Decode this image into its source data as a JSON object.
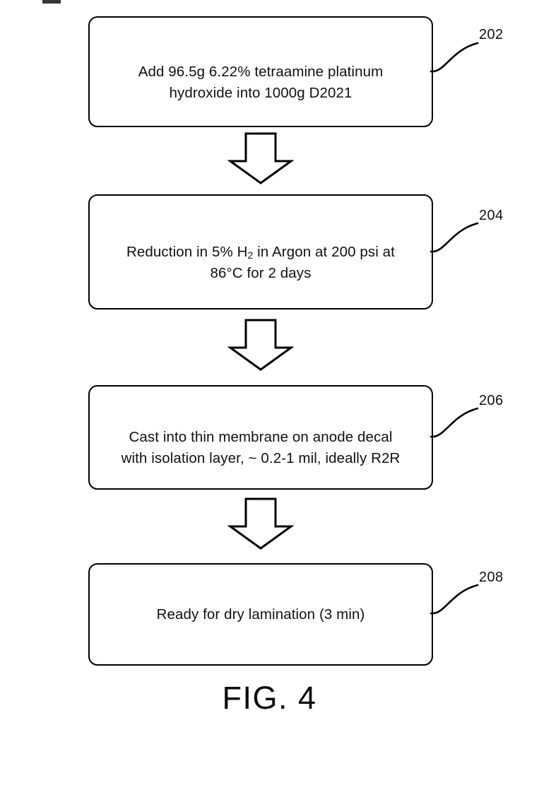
{
  "figure": {
    "caption": "FIG. 4",
    "type": "process-flowchart",
    "orientation": "vertical-top-to-bottom",
    "ink_color": "#000000",
    "background_color": "#ffffff"
  },
  "steps": [
    {
      "ref": "202",
      "text_lines": [
        "Add 96.5g 6.22% tetraamine platinum",
        "hydroxide into 1000g D2021"
      ],
      "text_plain": "Add 96.5g 6.22% tetraamine platinum hydroxide into 1000g D2021"
    },
    {
      "ref": "204",
      "text_lines": [
        "Reduction in 5% H2 in Argon at 200 psi at",
        "86°C for 2 days"
      ],
      "text_plain": "Reduction in 5% H2 in Argon at 200 psi at 86°C for 2 days",
      "has_subscript": true,
      "subscript_formula": "H2"
    },
    {
      "ref": "206",
      "text_lines": [
        "Cast into thin membrane on anode decal",
        "with isolation layer, ~ 0.2-1 mil, ideally R2R"
      ],
      "text_plain": "Cast into thin membrane on anode decal with isolation layer, ~ 0.2-1 mil, ideally R2R"
    },
    {
      "ref": "208",
      "text_lines": [
        "Ready for dry lamination (3 min)"
      ],
      "text_plain": "Ready for dry lamination (3 min)"
    }
  ],
  "connectors": [
    {
      "name": "arrow-202-to-204",
      "shape": "hollow-block-arrow",
      "direction": "down"
    },
    {
      "name": "arrow-204-to-206",
      "shape": "hollow-block-arrow",
      "direction": "down"
    },
    {
      "name": "arrow-206-to-208",
      "shape": "hollow-block-arrow",
      "direction": "down"
    }
  ],
  "leaders": [
    {
      "name": "leader-202",
      "shape": "s-curve",
      "points_to": "202"
    },
    {
      "name": "leader-204",
      "shape": "s-curve",
      "points_to": "204"
    },
    {
      "name": "leader-206",
      "shape": "s-curve",
      "points_to": "206"
    },
    {
      "name": "leader-208",
      "shape": "s-curve",
      "points_to": "208"
    }
  ]
}
